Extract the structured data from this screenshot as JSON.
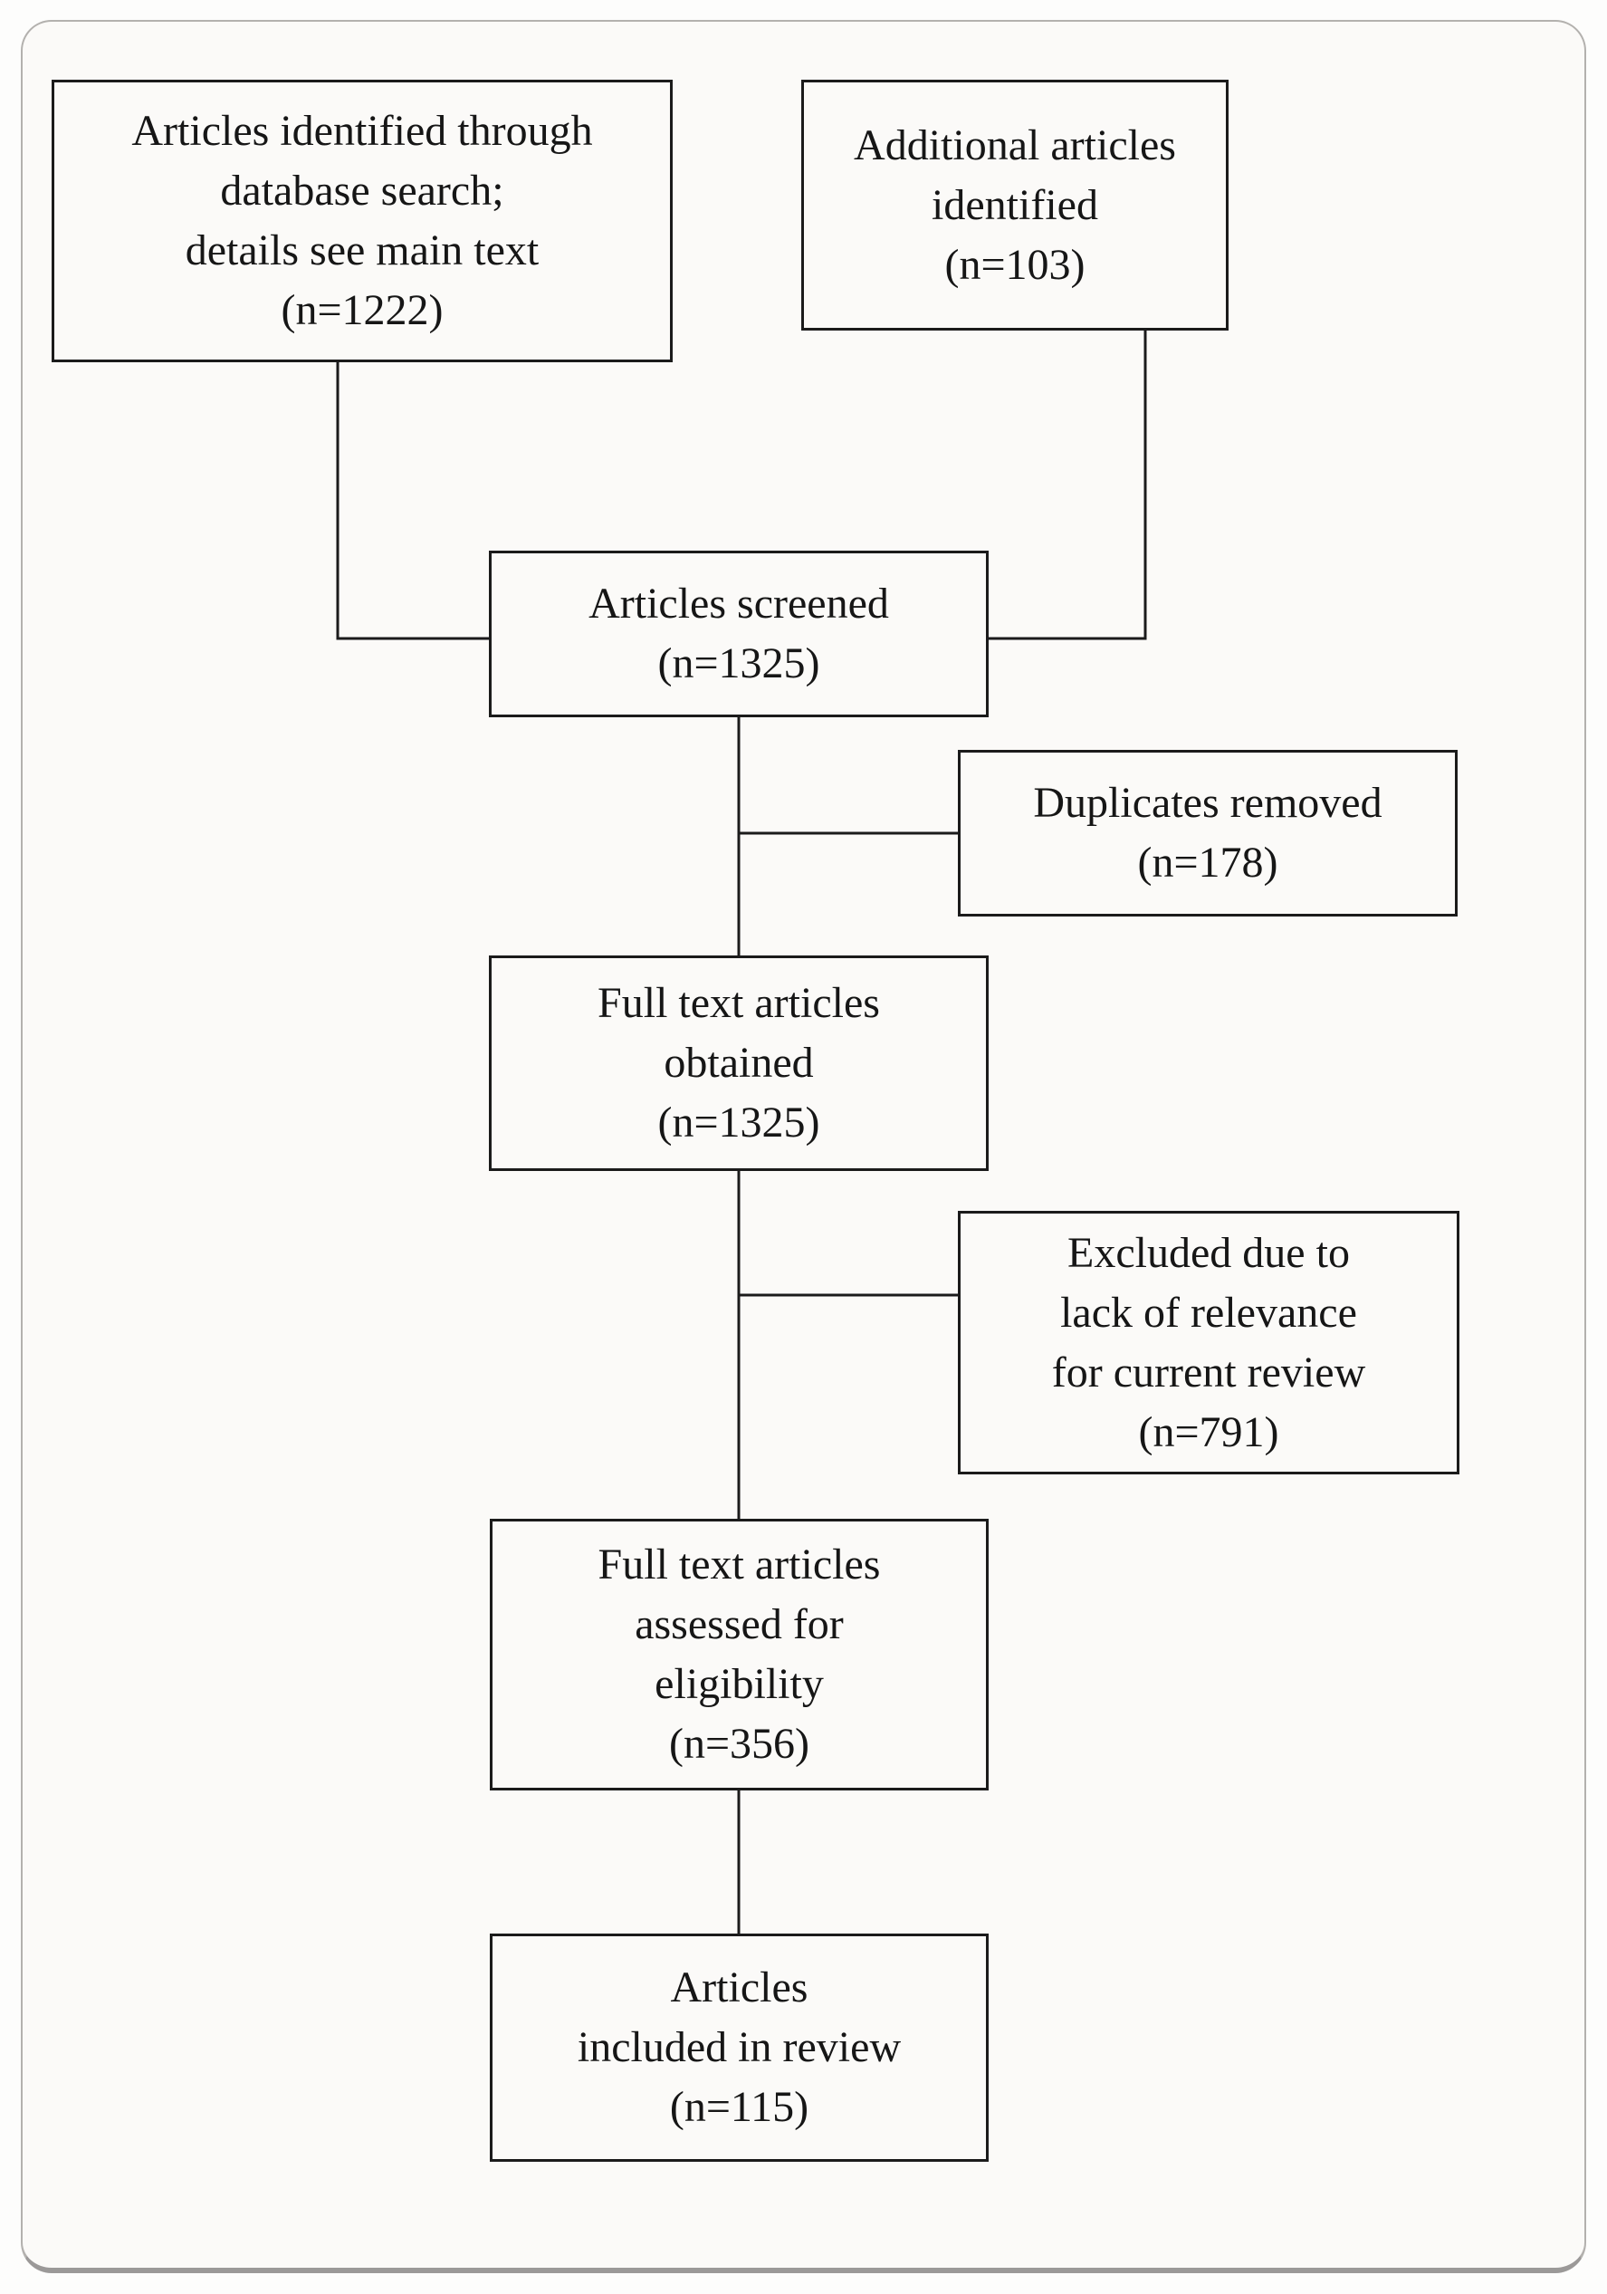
{
  "figure": {
    "kind": "prisma-style-flow-diagram",
    "nodes": [
      {
        "id": "identified",
        "label": "Articles identified through\ndatabase search;\ndetails see main text\n(n=1222)",
        "count": 1222
      },
      {
        "id": "additional",
        "label": "Additional articles\nidentified\n(n=103)",
        "count": 103
      },
      {
        "id": "screened",
        "label": "Articles screened\n(n=1325)",
        "count": 1325
      },
      {
        "id": "duplicates-removed",
        "label": "Duplicates removed\n(n=178)",
        "count": 178
      },
      {
        "id": "fulltext-obtained",
        "label": "Full text articles\nobtained\n(n=1325)",
        "count": 1325
      },
      {
        "id": "excluded",
        "label": "Excluded due to\nlack of relevance\nfor current review\n(n=791)",
        "count": 791
      },
      {
        "id": "fulltext-assessed",
        "label": "Full text articles\nassessed for\neligibility\n(n=356)",
        "count": 356
      },
      {
        "id": "included",
        "label": "Articles\nincluded in review\n(n=115)",
        "count": 115
      }
    ],
    "edges": [
      {
        "from": "identified",
        "to": "screened"
      },
      {
        "from": "additional",
        "to": "screened"
      },
      {
        "from": "screened",
        "to": "duplicates-removed"
      },
      {
        "from": "screened",
        "to": "fulltext-obtained"
      },
      {
        "from": "fulltext-obtained",
        "to": "excluded"
      },
      {
        "from": "fulltext-obtained",
        "to": "fulltext-assessed"
      },
      {
        "from": "fulltext-assessed",
        "to": "included"
      }
    ],
    "colors": {
      "box_border": "#1b1b1b",
      "text": "#161616",
      "connector": "#1b1b1b",
      "page_border": "#b3b1ae",
      "page_border_bottom": "#9b9998",
      "background": "#fbfaf8"
    }
  }
}
